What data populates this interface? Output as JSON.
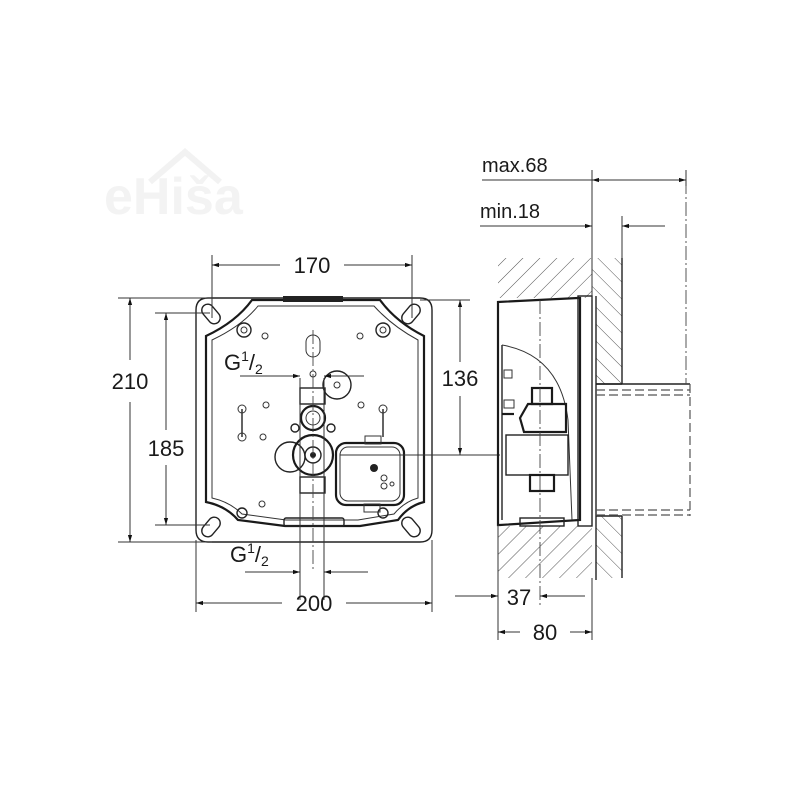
{
  "watermark": {
    "text": "eHiša"
  },
  "front_view": {
    "width_inner_label": "170",
    "width_outer_label": "200",
    "height_outer_label": "210",
    "height_inner_label": "185",
    "height_mount_label": "136",
    "thread_top": {
      "main": "G",
      "sup": "1",
      "slash": "/",
      "sub": "2"
    },
    "thread_bottom": {
      "main": "G",
      "sup": "1",
      "slash": "/",
      "sub": "2"
    }
  },
  "side_view": {
    "max_label": "max.68",
    "min_label": "min.18",
    "depth_center_label": "37",
    "depth_total_label": "80"
  },
  "colors": {
    "line": "#1a1a1a",
    "background": "#ffffff",
    "watermark": "#f3f3f3"
  }
}
